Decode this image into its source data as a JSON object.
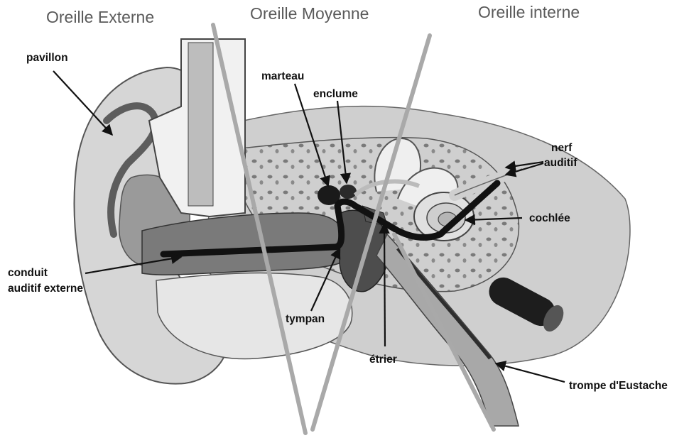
{
  "sections": {
    "outer": "Oreille Externe",
    "middle": "Oreille Moyenne",
    "inner": "Oreille interne"
  },
  "labels": {
    "pavillon": "pavillon",
    "marteau": "marteau",
    "enclume": "enclume",
    "nerf_line1": "nerf",
    "nerf_line2": "auditif",
    "cochlee": "cochlée",
    "conduit_line1": "conduit",
    "conduit_line2": "auditif externe",
    "tympan": "tympan",
    "etrier": "étrier",
    "trompe": "trompe d'Eustache"
  },
  "colors": {
    "divider": "#a9a9a9",
    "tissue_light": "#d9d9d9",
    "tissue_mid": "#a8a8a8",
    "tissue_dark": "#6e6e6e",
    "sound_path": "#111111"
  }
}
